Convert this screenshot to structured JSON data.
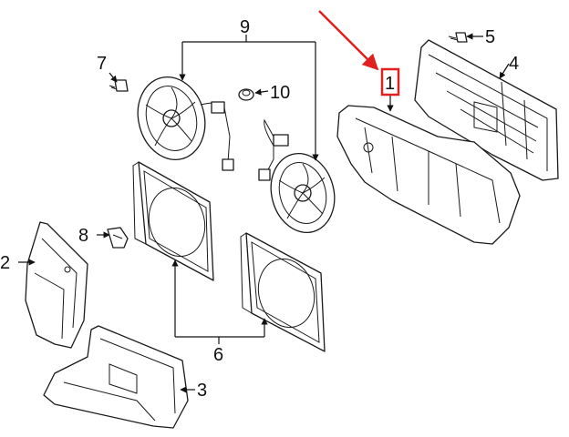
{
  "callouts": {
    "c1": "1",
    "c2": "2",
    "c3": "3",
    "c4": "4",
    "c5": "5",
    "c6": "6",
    "c7": "7",
    "c8": "8",
    "c9": "9",
    "c10": "10"
  },
  "colors": {
    "highlight": "#e02020",
    "line": "#1a1a1a",
    "background": "#ffffff"
  }
}
